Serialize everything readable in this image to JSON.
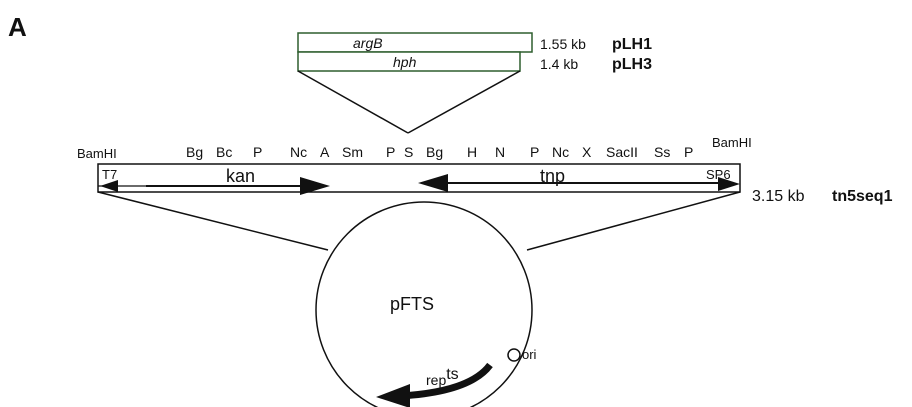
{
  "panel_label": "A",
  "inserts": [
    {
      "gene": "argB",
      "size": "1.55 kb",
      "name": "pLH1"
    },
    {
      "gene": "hph",
      "size": "1.4 kb",
      "name": "pLH3"
    }
  ],
  "transposon": {
    "size": "3.15 kb",
    "name": "tn5seq1",
    "left_end": "T7",
    "right_end": "SP6",
    "genes": {
      "kan": "kan",
      "tnp": "tnp"
    },
    "flank_sites": [
      "BamHI",
      "BamHI"
    ],
    "sites": [
      "Bg",
      "Bc",
      "P",
      "Nc",
      "A",
      "Sm",
      "P",
      "S",
      "Bg",
      "H",
      "N",
      "P",
      "Nc",
      "X",
      "SacII",
      "Ss",
      "P"
    ]
  },
  "plasmid": {
    "name": "pFTS",
    "rep_label": "rep",
    "rep_sup": "ts",
    "ori_label": "ori"
  },
  "colors": {
    "line": "#111111",
    "insert_border": "#2e5e2e",
    "background": "#ffffff"
  }
}
